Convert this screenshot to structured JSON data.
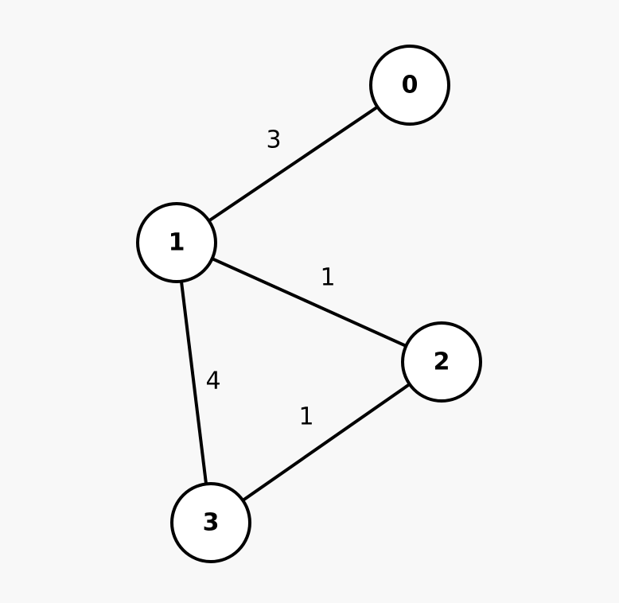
{
  "graph": {
    "nodes": [
      {
        "id": "0",
        "label": "0"
      },
      {
        "id": "1",
        "label": "1"
      },
      {
        "id": "2",
        "label": "2"
      },
      {
        "id": "3",
        "label": "3"
      }
    ],
    "edges": [
      {
        "from": "0",
        "to": "1",
        "weight": "3"
      },
      {
        "from": "1",
        "to": "2",
        "weight": "1"
      },
      {
        "from": "1",
        "to": "3",
        "weight": "4"
      },
      {
        "from": "2",
        "to": "3",
        "weight": "1"
      }
    ]
  }
}
